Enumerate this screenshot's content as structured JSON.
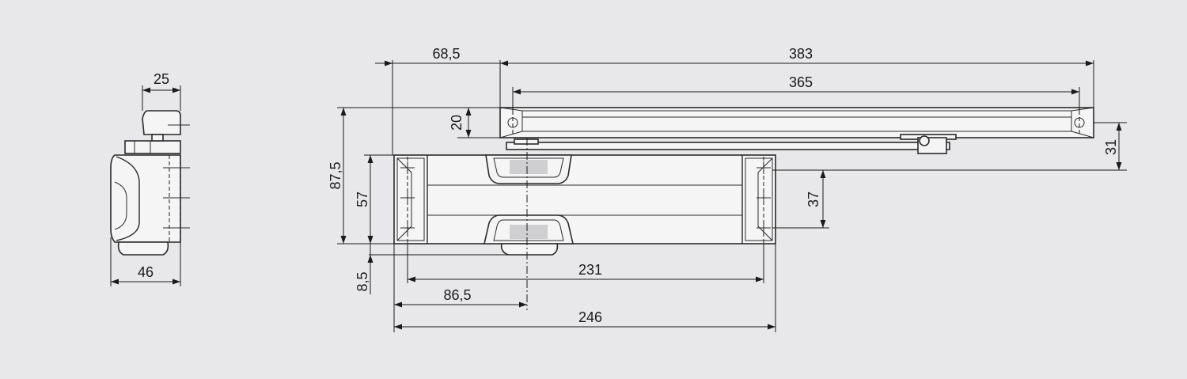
{
  "dimensions": {
    "side_top_width": "25",
    "side_bottom_width": "46",
    "left_offset": "68,5",
    "arm_total_length": "383",
    "arm_inner_length": "365",
    "arm_height": "20",
    "total_height": "87,5",
    "body_height": "57",
    "slide_offset": "31",
    "bracket_height": "37",
    "bottom_offset": "8,5",
    "hole_spacing": "231",
    "axis_distance": "86,5",
    "body_length": "246"
  },
  "colors": {
    "background": "#e8e8ea",
    "line": "#1a1a1a",
    "fill": "#f5f5f5"
  }
}
